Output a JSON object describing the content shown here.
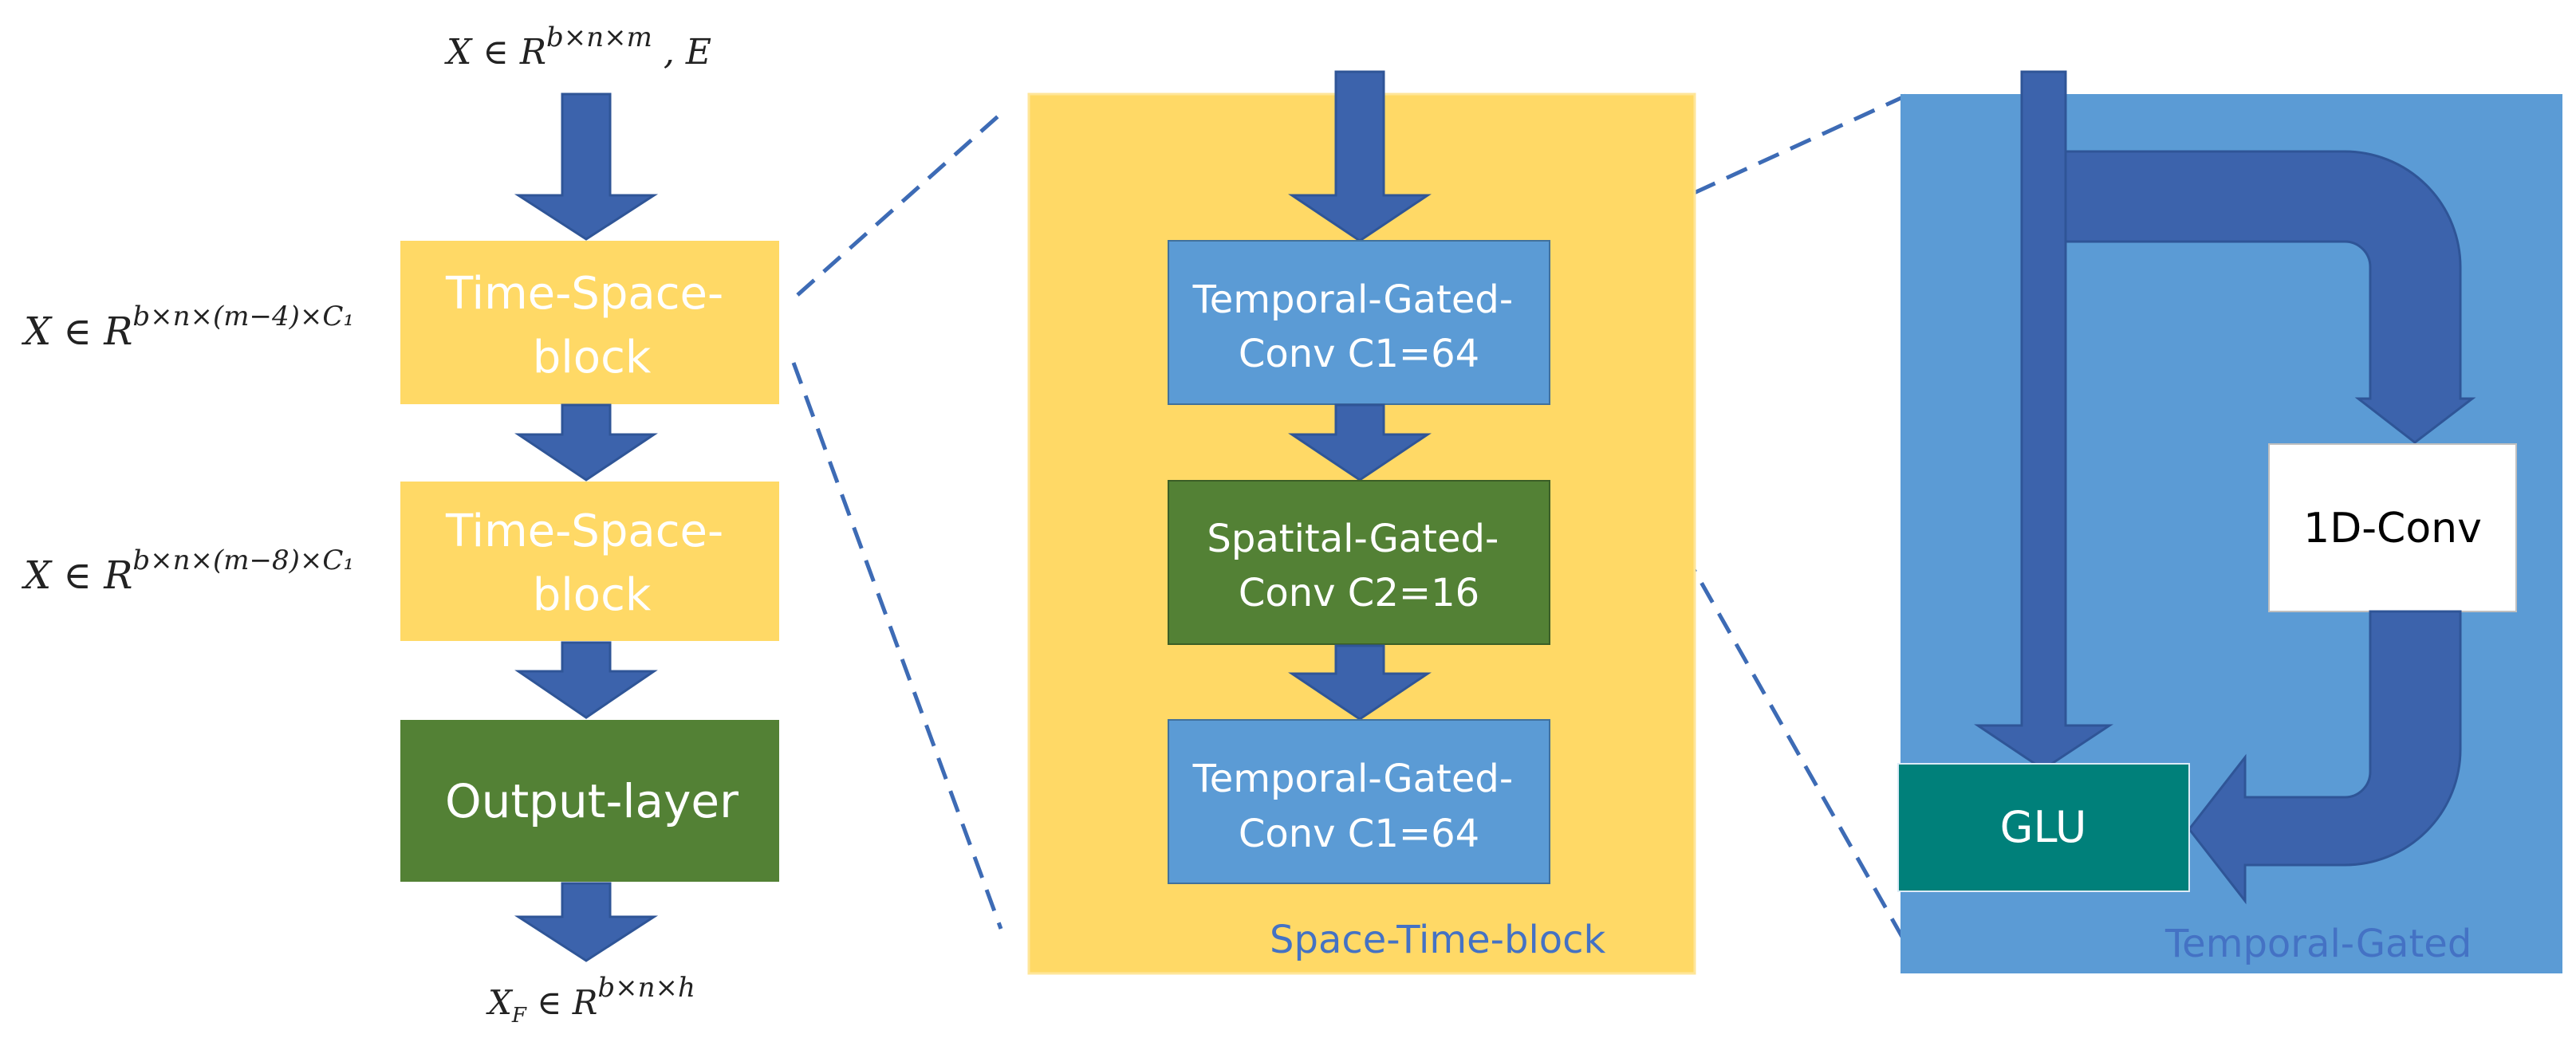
{
  "left_column": {
    "input_label": {
      "main": "X ∈ R",
      "sup": "b×n×m",
      "tail": " , E"
    },
    "block1": {
      "line1": "Time-Space-",
      "line2": "block"
    },
    "block1_dim": {
      "main": "X ∈ R",
      "sup": "b×n×(m−4)×C₁"
    },
    "block2": {
      "line1": "Time-Space-",
      "line2": "block"
    },
    "block2_dim": {
      "main": "X ∈ R",
      "sup": "b×n×(m−8)×C₁"
    },
    "output": {
      "label": "Output-layer"
    },
    "output_dim": {
      "main": "X",
      "sub": "F",
      "rest": " ∈ R",
      "sup": "b×n×h"
    }
  },
  "middle_panel": {
    "caption": "Space-Time-block",
    "temporal1": {
      "line1": "Temporal-Gated-",
      "line2": "Conv C1=64"
    },
    "spatial": {
      "line1": "Spatital-Gated-",
      "line2": "Conv C2=16"
    },
    "temporal2": {
      "line1": "Temporal-Gated-",
      "line2": "Conv C1=64"
    }
  },
  "right_panel": {
    "caption": "Temporal-Gated",
    "conv": "1D-Conv",
    "glu": "GLU"
  },
  "colors": {
    "yellow": "#FFD966",
    "blue_box": "#5B9BD5",
    "green": "#538135",
    "teal": "#00807A",
    "arrow": "#3C63AC",
    "dashed": "#3D6BB5",
    "caption_blue": "#4472C4"
  }
}
